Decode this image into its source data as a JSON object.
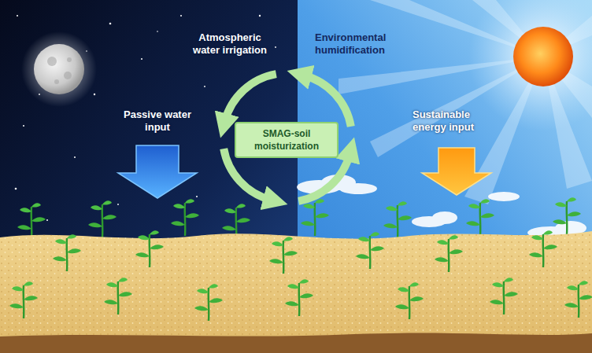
{
  "diagram": {
    "nodes": [
      {
        "text": [
          "SMAG-soil moisturization"
        ]
      }
    ],
    "labels": [
      "Atmospheric water irrigation",
      "Environmental humidification",
      "Passive water input",
      "Sustainable energy input"
    ]
  }
}
